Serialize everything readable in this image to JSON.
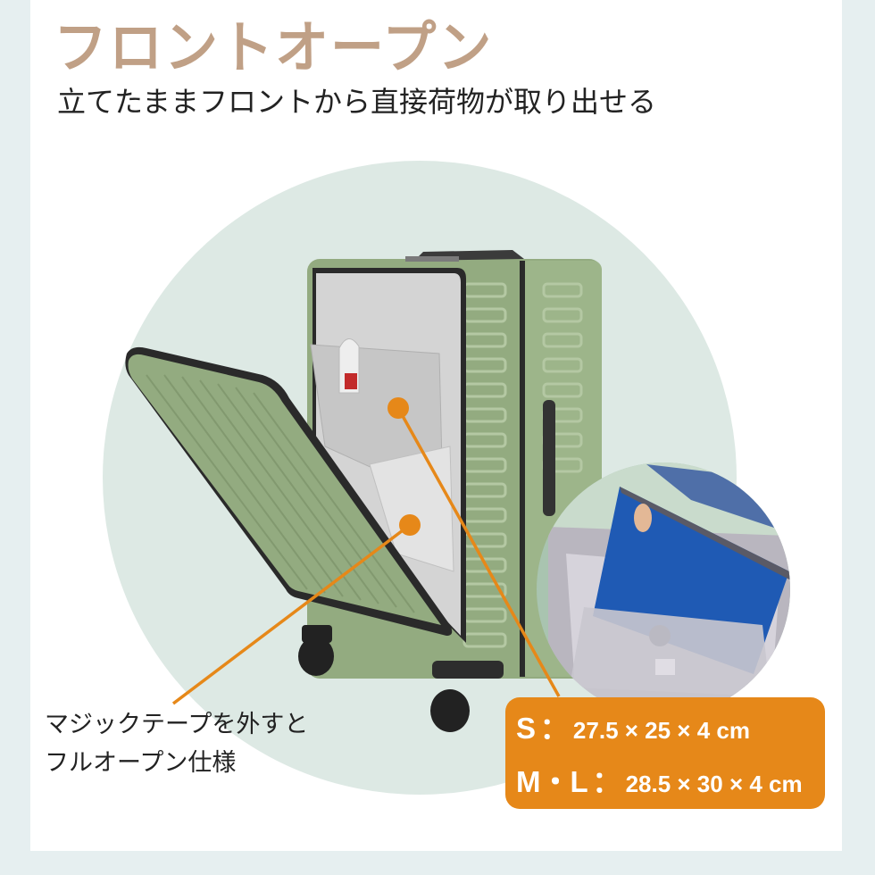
{
  "header": {
    "title": "フロントオープン",
    "subtitle": "立てたままフロントから直接荷物が取り出せる"
  },
  "callout": {
    "line1": "マジックテープを外すと",
    "line2": "フルオープン仕様"
  },
  "sizes": [
    {
      "label": "S",
      "separator": "：",
      "value": "27.5 × 25 × 4 cm"
    },
    {
      "label": "M・L",
      "separator": "：",
      "value": "28.5 × 30 × 4 cm"
    }
  ],
  "colors": {
    "title": "#c0a086",
    "accent_orange": "#e68819",
    "suitcase_green": "#93ab80",
    "circle_bg": "#dde9e4",
    "page_bg": "#e6eff0"
  },
  "images": {
    "main": "green-front-open-suitcase",
    "inset": "laptop-inserted-into-front-pocket"
  }
}
